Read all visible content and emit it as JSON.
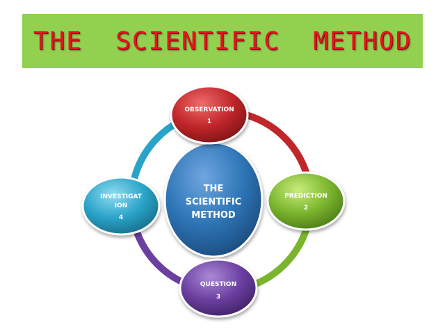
{
  "title": "THE  SCIENTIFIC  METHOD",
  "center": {
    "lines": [
      "THE",
      "SCIENTIFIC",
      "METHOD"
    ],
    "color": "#2e75b6"
  },
  "steps": [
    {
      "label_lines": [
        "OBSERVATION"
      ],
      "number": "1",
      "color": "#c0262a"
    },
    {
      "label_lines": [
        "PREDICTION"
      ],
      "number": "2",
      "color": "#7bb52e"
    },
    {
      "label_lines": [
        "QUESTION"
      ],
      "number": "3",
      "color": "#6b3fa0"
    },
    {
      "label_lines": [
        "INVESTIGAT",
        "ION"
      ],
      "number": "4",
      "color": "#2aa3c8"
    }
  ],
  "colors": {
    "banner": "#92d050",
    "title": "#e8141c"
  }
}
